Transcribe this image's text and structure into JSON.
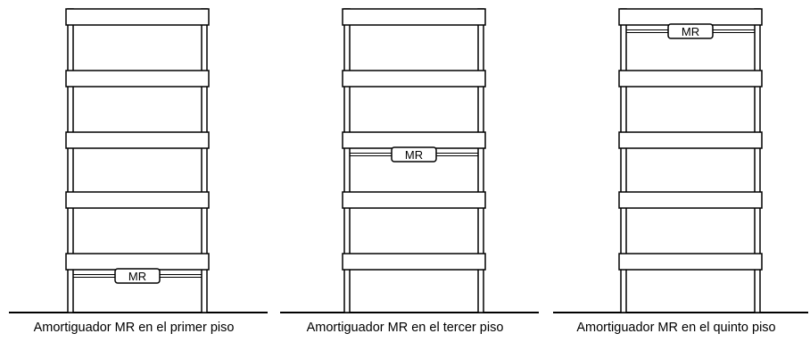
{
  "damper_label": "MR",
  "buildings": [
    {
      "caption": "Amortiguador MR en el primer piso",
      "damper_floor": 1
    },
    {
      "caption": "Amortiguador MR en el tercer piso",
      "damper_floor": 3
    },
    {
      "caption": "Amortiguador MR en el quinto piso",
      "damper_floor": 5
    }
  ],
  "floors": 5,
  "colors": {
    "line": "#000000",
    "fill": "#ffffff"
  }
}
